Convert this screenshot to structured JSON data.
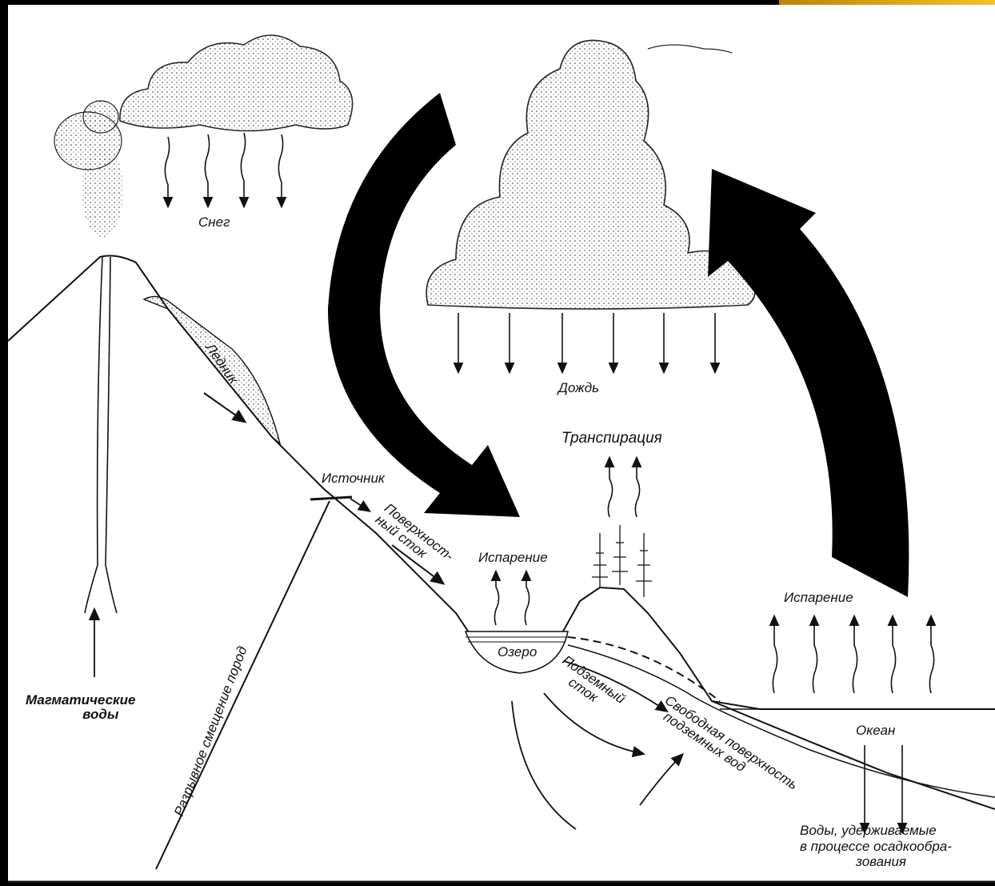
{
  "labels": {
    "snow": "Снег",
    "glacier": "Ледник",
    "rain": "Дождь",
    "transpiration": "Транспирация",
    "spring": "Источник",
    "surface_runoff_1": "Поверхност-",
    "surface_runoff_2": "ный сток",
    "evaporation_lake": "Испарение",
    "evaporation_ocean": "Испарение",
    "lake": "Озеро",
    "underground_runoff_1": "Подземный",
    "underground_runoff_2": "сток",
    "magmatic_1": "Магматические",
    "magmatic_2": "воды",
    "rock_failure": "Разрывное смещение пород",
    "water_table_1": "Свободная поверхность",
    "water_table_2": "подземных вод",
    "ocean": "Океан",
    "sediment_1": "Воды, удерживаемые",
    "sediment_2": "в процессе осадкообра-",
    "sediment_3": "зования"
  },
  "colors": {
    "background": "#000000",
    "paper": "#ffffff",
    "ink": "#111111",
    "accent": "#f2c230"
  }
}
